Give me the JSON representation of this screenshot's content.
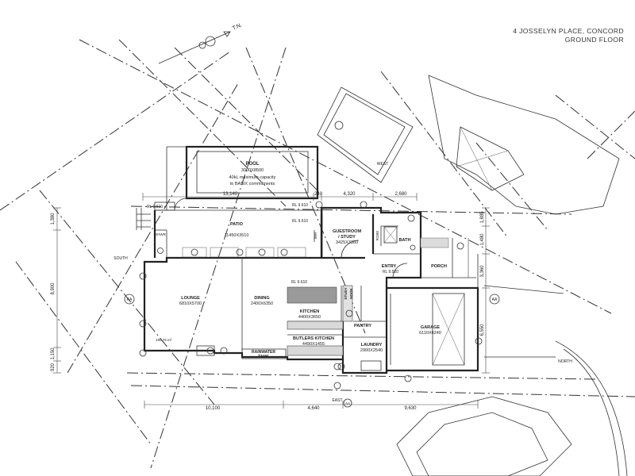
{
  "header": {
    "address": "4 JOSSELYN PLACE, CONCORD",
    "floor": "GROUND FLOOR"
  },
  "north_label": "T.N.",
  "rooms": {
    "pool": {
      "name": "POOL",
      "size": "3000X8500",
      "note1": "40kL maximum capacity",
      "note2": "to BASIX commitments"
    },
    "patio": {
      "name": "PATIO",
      "size": "11450X3510"
    },
    "lounge": {
      "name": "LOUNGE",
      "size": "6810X5700"
    },
    "dining": {
      "name": "DINING",
      "size": "2400X6350"
    },
    "kitchen": {
      "name": "KITCHEN",
      "size": "4400X3650"
    },
    "butlers": {
      "name": "BUTLERS KITCHEN",
      "size": "4490X1455"
    },
    "pantry": {
      "name": "PANTRY"
    },
    "laundry": {
      "name": "LAUNDRY",
      "size": "2900X2540"
    },
    "garage": {
      "name": "GARAGE",
      "size": "6110X6240"
    },
    "guest": {
      "name": "GUESTROOM",
      "name2": "/ STUDY",
      "size": "3425X3360"
    },
    "bath": {
      "name": "BATH"
    },
    "entry": {
      "name": "ENTRY",
      "rl": "RL 9.520"
    },
    "porch": {
      "name": "PORCH"
    },
    "shower": {
      "name": "SHWR"
    },
    "rainwater": {
      "name": "RAINWATER",
      "name2": "TANK"
    },
    "study_nook": {
      "name": "STUDY",
      "name2": "NOOK"
    },
    "robe": {
      "name": "ROBE"
    },
    "wir": {
      "name": "WIR"
    }
  },
  "levels": {
    "rl_patio": "RL 9.610",
    "rl_patio2": "RL 9.610",
    "rl_dining": "RL 9.610",
    "rl_corner": "RL 9.610"
  },
  "dimensions": {
    "top": {
      "d1": "13,140",
      "d2": "240",
      "d3": "4,320",
      "d4": "2,680"
    },
    "bottom": {
      "d1": "10,100",
      "d2": "4,640",
      "d3": "9,630"
    },
    "left": {
      "d1": "1,380",
      "d2": "8,900",
      "d3": "1,150",
      "d4": "920"
    },
    "right": {
      "d1": "1,885",
      "d2": "1,480",
      "d3": "3,360",
      "d4": "6,550"
    }
  },
  "directions": {
    "south": "SOUTH",
    "north": "NORTH",
    "east": "EAST",
    "west": "WEST"
  },
  "markers": {
    "aa_left": "AA",
    "aa_right": "AA",
    "aa_mid": "AA"
  },
  "area_note": "190.75 m²"
}
